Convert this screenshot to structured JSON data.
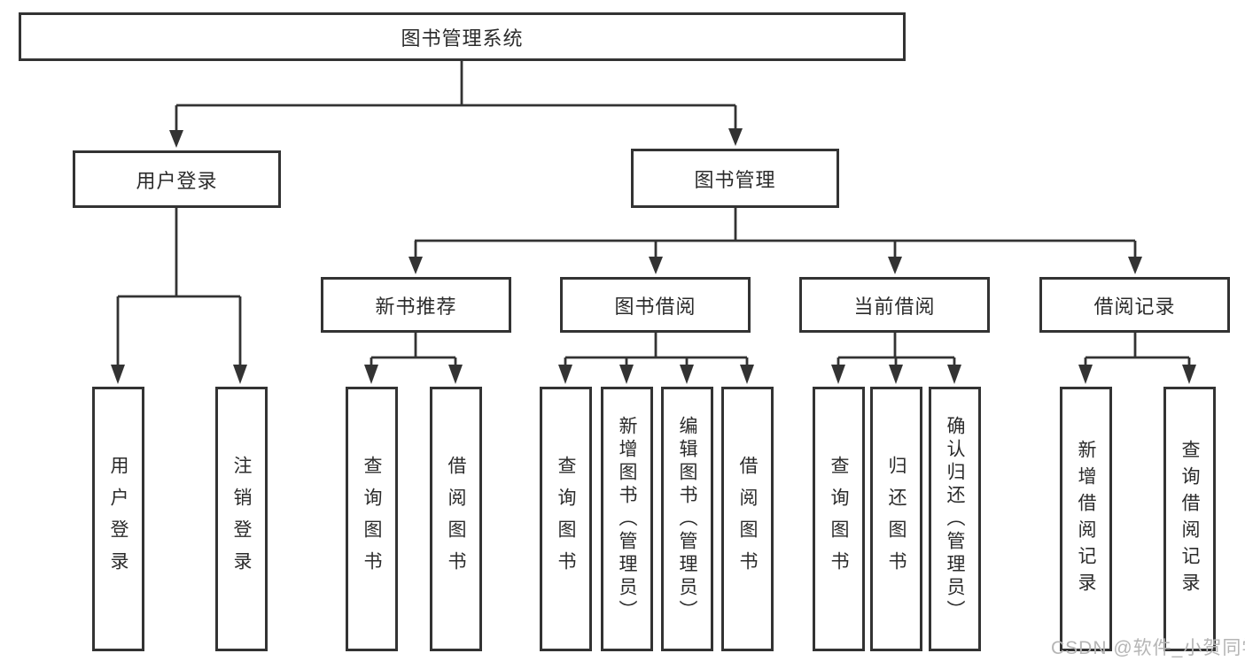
{
  "diagram": {
    "title_node": {
      "label": "图书管理系统"
    },
    "level2": [
      {
        "label": "用户登录"
      },
      {
        "label": "图书管理"
      }
    ],
    "level3": [
      {
        "label": "新书推荐"
      },
      {
        "label": "图书借阅"
      },
      {
        "label": "当前借阅"
      },
      {
        "label": "借阅记录"
      }
    ],
    "leaves": [
      {
        "label": "用户登录"
      },
      {
        "label": "注销登录"
      },
      {
        "label": "查询图书"
      },
      {
        "label": "借阅图书"
      },
      {
        "label": "查询图书"
      },
      {
        "label": "新增图书（管理员）"
      },
      {
        "label": "编辑图书（管理员）"
      },
      {
        "label": "借阅图书"
      },
      {
        "label": "查询图书"
      },
      {
        "label": "归还图书"
      },
      {
        "label": "确认归还（管理员）"
      },
      {
        "label": "新增借阅记录"
      },
      {
        "label": "查询借阅记录"
      }
    ],
    "watermark": "CSDN @软件_小贺同学",
    "colors": {
      "line": "#333333",
      "text": "#2b2b2b",
      "watermark": "#b5b5b5",
      "background": "#ffffff"
    }
  }
}
